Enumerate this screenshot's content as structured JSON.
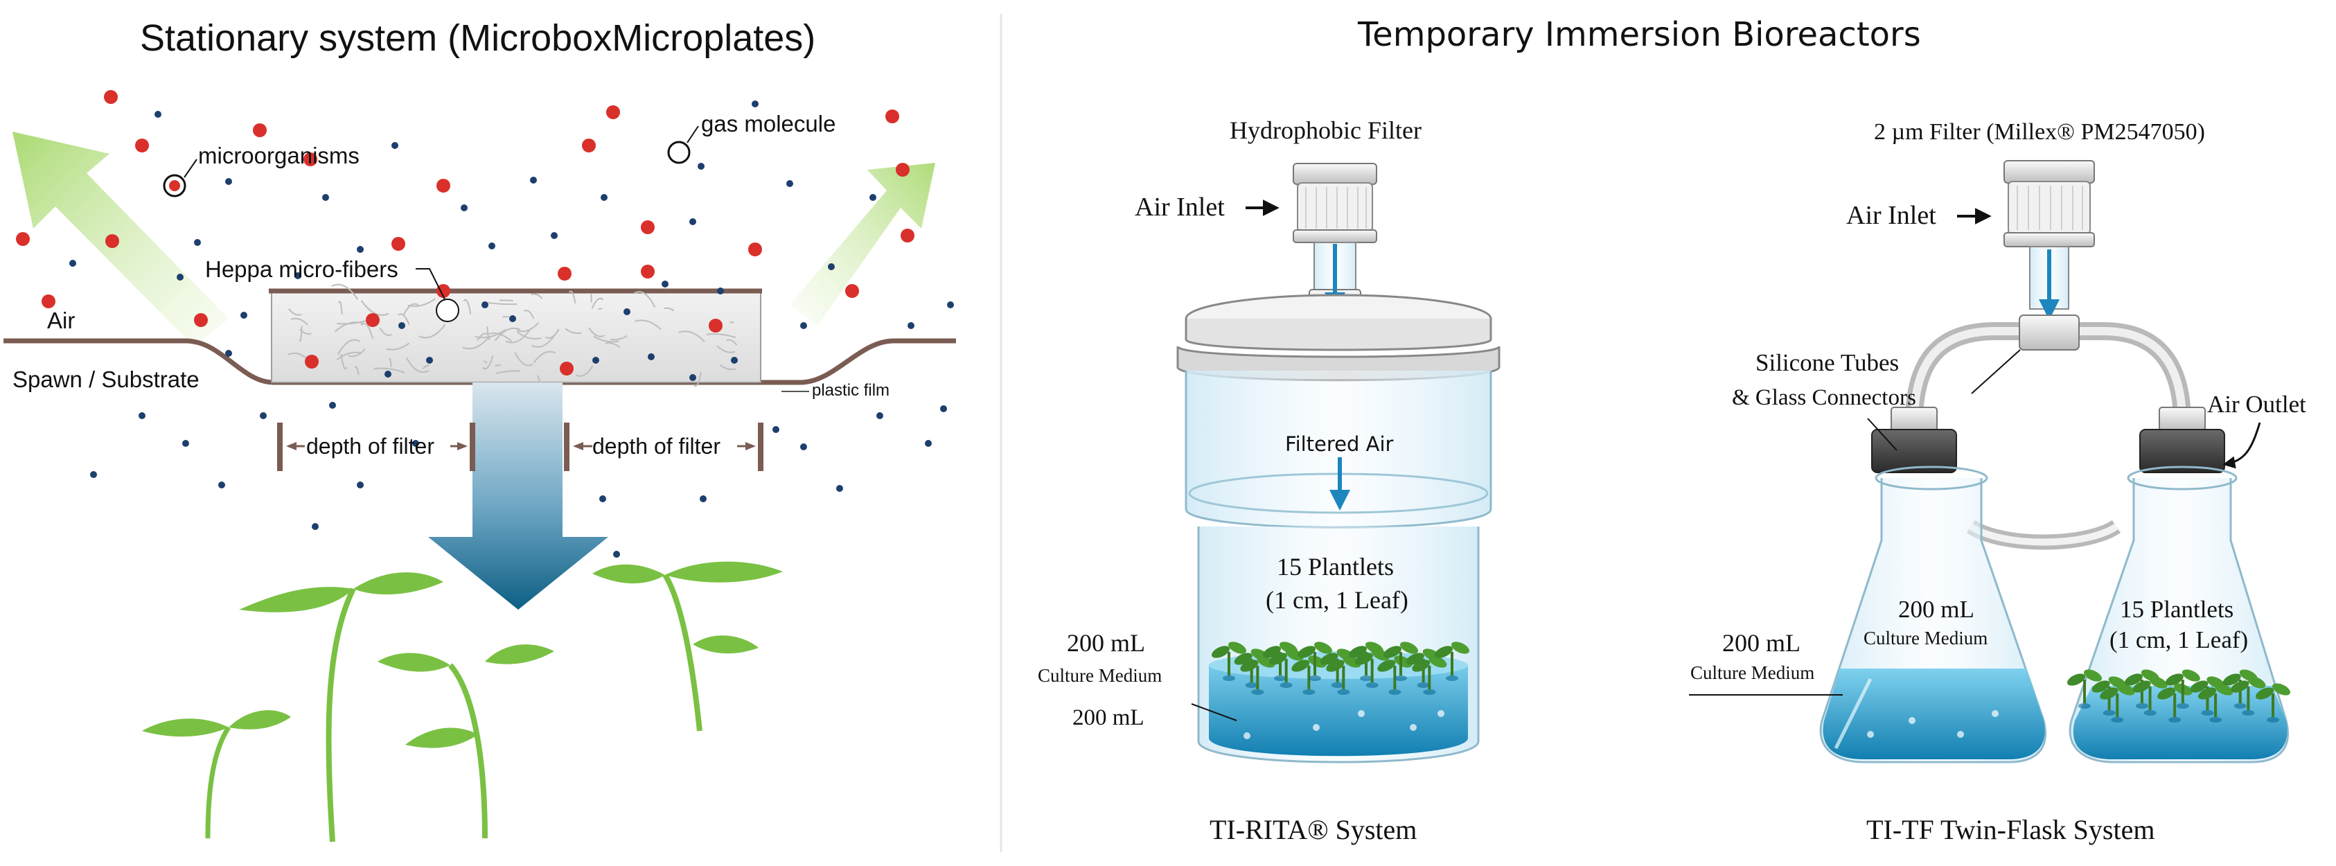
{
  "stationary": {
    "title": "Stationary system (MicroboxMicroplates)",
    "microorganisms": "microorganisms",
    "gas_molecule": "gas molecule",
    "heppa": "Heppa micro-fibers",
    "air": "Air",
    "spawn": "Spawn / Substrate",
    "plastic_film": "plastic film",
    "depth_left": "depth of filter",
    "depth_right": "depth of filter"
  },
  "tib": {
    "title": "Temporary Immersion Bioreactors",
    "rita": {
      "filter": "Hydrophobic Filter",
      "air_inlet": "Air Inlet",
      "filtered_air": "Filtered Air",
      "plantlets": "15 Plantlets",
      "plantlets_size": "(1 cm, 1 Leaf)",
      "volume": "200 mL",
      "medium": "Culture Medium",
      "volume2": "200 mL",
      "system": "TI-RITA® System"
    },
    "twin": {
      "filter": "2 µm Filter (Millex® PM2547050)",
      "air_inlet": "Air Inlet",
      "tubes_1": "Silicone Tubes",
      "tubes_2": "& Glass Connectors",
      "air_outlet": "Air Outlet",
      "volume_outer": "200 mL",
      "medium_outer": "Culture Medium",
      "volume_inner": "200 mL",
      "medium_inner": "Culture Medium",
      "plantlets": "15 Plantlets",
      "plantlets_size": "(1 cm, 1 Leaf)",
      "system": "TI-TF Twin-Flask System"
    }
  },
  "colors": {
    "microorganism": "#d9302b",
    "gas": "#1d3f6e",
    "leaf": "#7ac143",
    "arrow_blue": "#2b8cbf",
    "medium": "#3aa9d6"
  }
}
